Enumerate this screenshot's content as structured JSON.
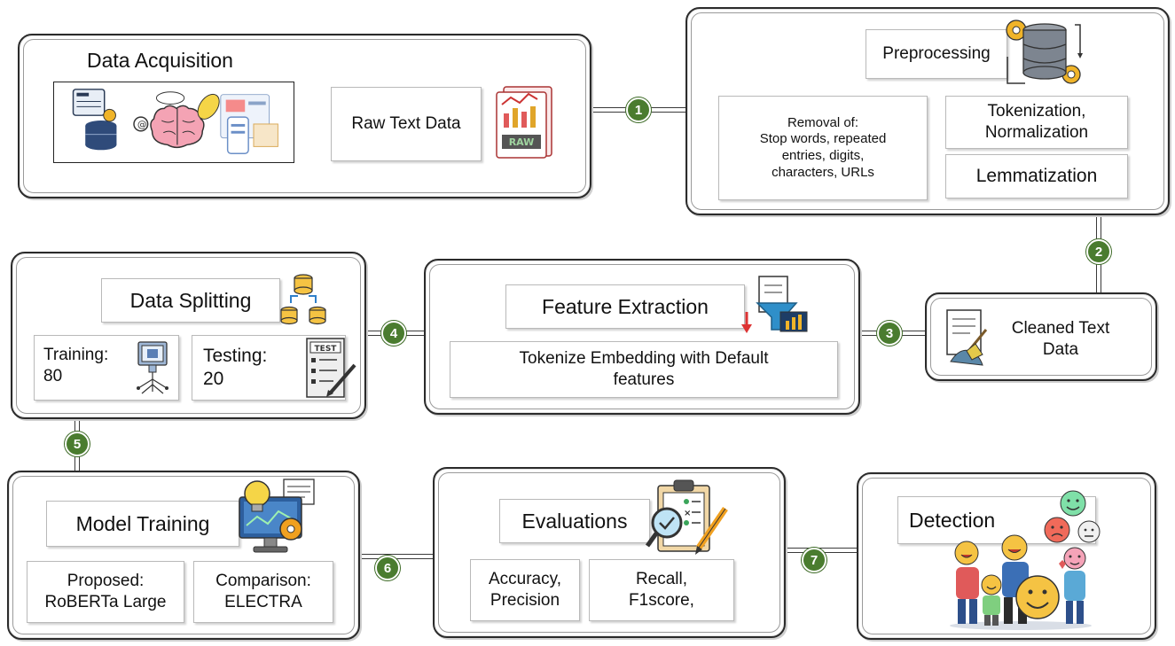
{
  "steps": [
    "1",
    "2",
    "3",
    "4",
    "5",
    "6",
    "7"
  ],
  "acquisition": {
    "title": "Data Acquisition",
    "raw_label": "Raw Text Data",
    "raw_badge": "RAW"
  },
  "preprocessing": {
    "title": "Preprocessing",
    "removal": [
      "Removal of:",
      "Stop words, repeated",
      "entries, digits,",
      "characters, URLs"
    ],
    "tokenization": [
      "Tokenization,",
      "Normalization"
    ],
    "lemmatization": "Lemmatization"
  },
  "cleaned": {
    "label": [
      "Cleaned Text",
      "Data"
    ]
  },
  "feature": {
    "title": "Feature Extraction",
    "detail": [
      "Tokenize Embedding with Default",
      "features"
    ]
  },
  "splitting": {
    "title": "Data Splitting",
    "training": [
      "Training:",
      "80"
    ],
    "testing": [
      "Testing:",
      "20"
    ],
    "test_badge": "TEST"
  },
  "training": {
    "title": "Model Training",
    "proposed": [
      "Proposed:",
      "RoBERTa Large"
    ],
    "comparison": [
      "Comparison:",
      "ELECTRA"
    ]
  },
  "evaluation": {
    "title": "Evaluations",
    "metrics_a": [
      "Accuracy,",
      "Precision"
    ],
    "metrics_b": [
      "Recall,",
      "F1score,"
    ]
  },
  "detection": {
    "title": "Detection",
    "icon_names": [
      "happy-emoji-icon",
      "sad-emoji-icon",
      "neutral-emoji-icon",
      "people-with-emojis-illustration"
    ]
  },
  "colors": {
    "badge": "#4a7c2f",
    "border": "#2b2b2b",
    "accent_blue": "#3b7dd8",
    "accent_orange": "#f0a020"
  }
}
